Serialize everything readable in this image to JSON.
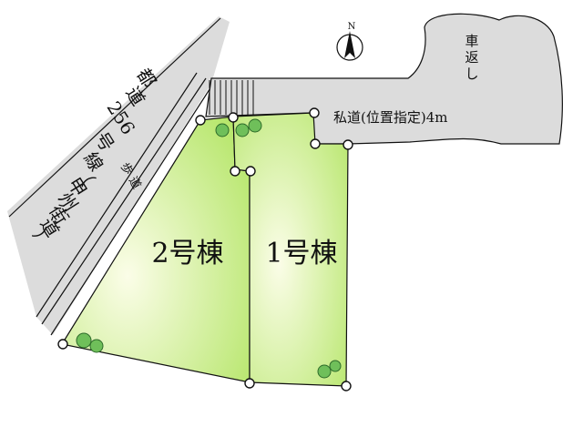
{
  "lots": [
    {
      "label": "2号棟"
    },
    {
      "label": "1号棟"
    }
  ],
  "roads": {
    "main_road": "都道256号線（甲州街道）",
    "main_road_parts": [
      "都",
      "道",
      "256",
      "号",
      "線",
      "（",
      "甲",
      "州",
      "街",
      "道",
      "）"
    ],
    "sidewalk": "歩道",
    "sidewalk_parts": [
      "歩",
      "道"
    ],
    "private_road": "私道(位置指定)4m",
    "turnaround": "車返し",
    "turnaround_parts": [
      "車",
      "返",
      "し"
    ]
  },
  "compass": {
    "north": "N"
  },
  "colors": {
    "lot_fill_light": "#fbfde8",
    "lot_fill_dark": "#b6e66a",
    "road_fill": "#dcdcdc",
    "tree": "#6fbf5a",
    "outline": "#111111"
  }
}
